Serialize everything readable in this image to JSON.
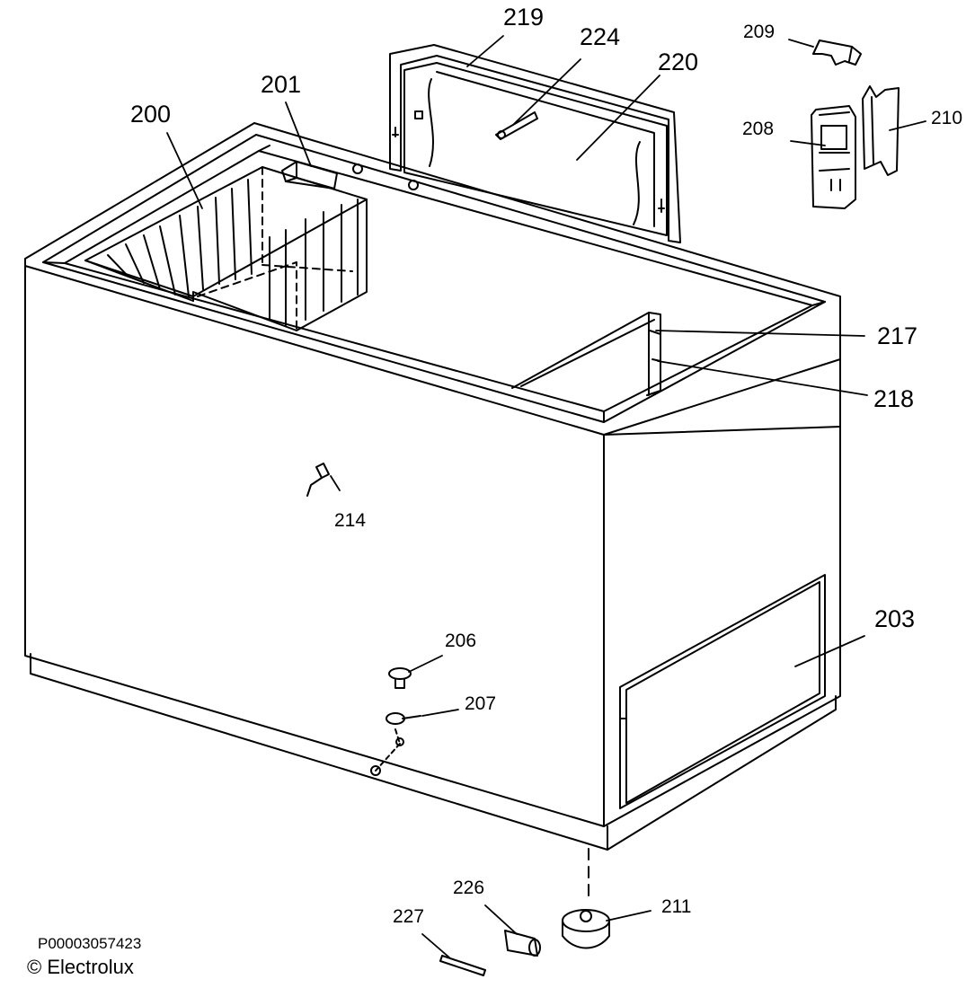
{
  "diagram": {
    "parts": {
      "p200": "200",
      "p201": "201",
      "p219": "219",
      "p224": "224",
      "p220": "220",
      "p209": "209",
      "p208": "208",
      "p210": "210",
      "p217": "217",
      "p218": "218",
      "p214": "214",
      "p203": "203",
      "p206": "206",
      "p207": "207",
      "p226": "226",
      "p211": "211",
      "p227": "227"
    },
    "doc_id": "P00003057423",
    "copyright": "© Electrolux"
  }
}
